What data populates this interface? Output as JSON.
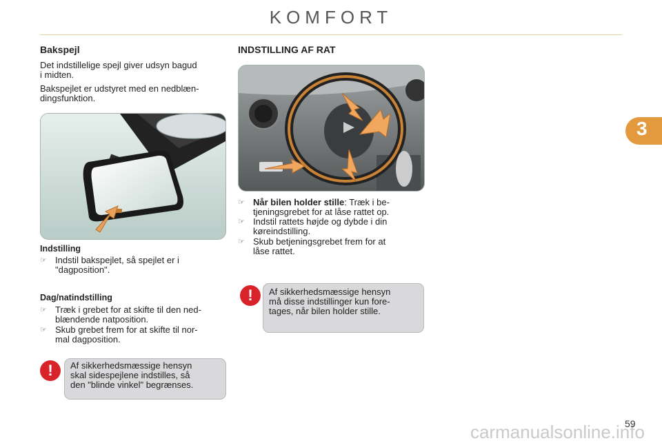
{
  "header": {
    "title": "KOMFORT"
  },
  "chapter": {
    "number": "3",
    "tab_color": "#e39a3f"
  },
  "left": {
    "heading": "Bakspejl",
    "para1": [
      "Det indstillelige spejl giver udsyn bagud",
      "i midten."
    ],
    "para2": [
      "Bakspejlet er udstyret med en nedblæn-",
      "dingsfunktion."
    ],
    "indstilling": {
      "title": "Indstilling",
      "bullets": [
        [
          "Indstil  bakspejlet,  så  spejlet  er  i",
          "\"dagposition\"."
        ]
      ]
    },
    "dagnat": {
      "title": "Dag/natindstilling",
      "bullets": [
        [
          "Træk i grebet for at skifte til den ned-",
          "blændende natposition."
        ],
        [
          "Skub grebet frem for at skifte til nor-",
          "mal dagposition."
        ]
      ]
    },
    "warning": [
      "Af  sikkerhedsmæssige  hensyn",
      "skal  sidespejlene  indstilles,  så",
      "den \"blinde vinkel\" begrænses."
    ]
  },
  "right": {
    "heading": "INDSTILLING AF RAT",
    "bullets": [
      {
        "bold": "Når bilen holder stille",
        "rest": ": Træk i be-",
        "line2": "tjeningsgrebet for at låse rattet op."
      },
      {
        "bold": "",
        "rest": "Indstil  rattets  højde  og  dybde  i  din",
        "line2": "køreindstilling."
      },
      {
        "bold": "",
        "rest": "Skub  betjeningsgrebet  frem  for  at",
        "line2": "låse rattet."
      }
    ],
    "warning": [
      "Af  sikkerhedsmæssige  hensyn",
      "må  disse  indstillinger  kun  fore-",
      "tages, når bilen holder stille."
    ]
  },
  "icons": {
    "bullet": "pointing-hand-icon",
    "warning": "exclamation-icon",
    "warning_color": "#d9232b"
  },
  "footer": {
    "page_number": "59",
    "watermark": "carmanualsonline.info"
  }
}
